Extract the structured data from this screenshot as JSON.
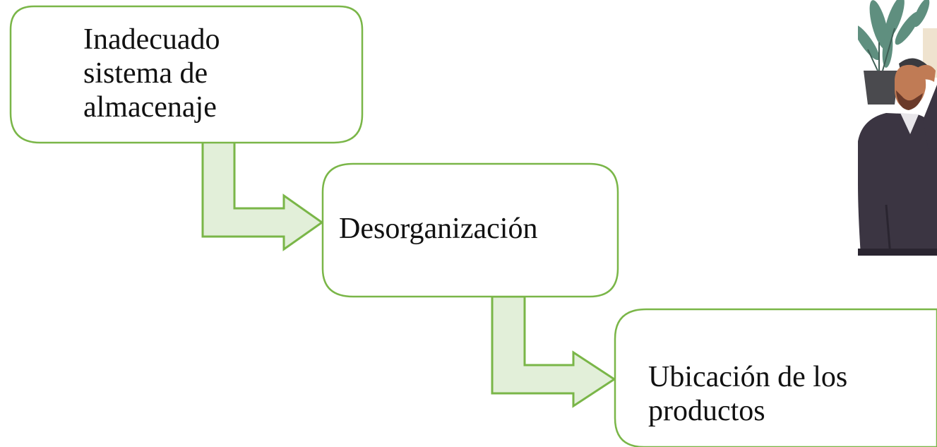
{
  "diagram": {
    "boxes": [
      {
        "id": "inadequate-storage",
        "label": "Inadecuado\nsistema de\nalmacenaje"
      },
      {
        "id": "disorganization",
        "label": "Desorganización"
      },
      {
        "id": "product-location",
        "label": "Ubicación de los\nproductos"
      }
    ],
    "colors": {
      "box_border": "#7ab648",
      "arrow_fill": "#e2efd9",
      "arrow_border": "#7ab648",
      "text": "#111111"
    }
  },
  "illustration": {
    "icon": "businessman-with-plant-illustration"
  }
}
